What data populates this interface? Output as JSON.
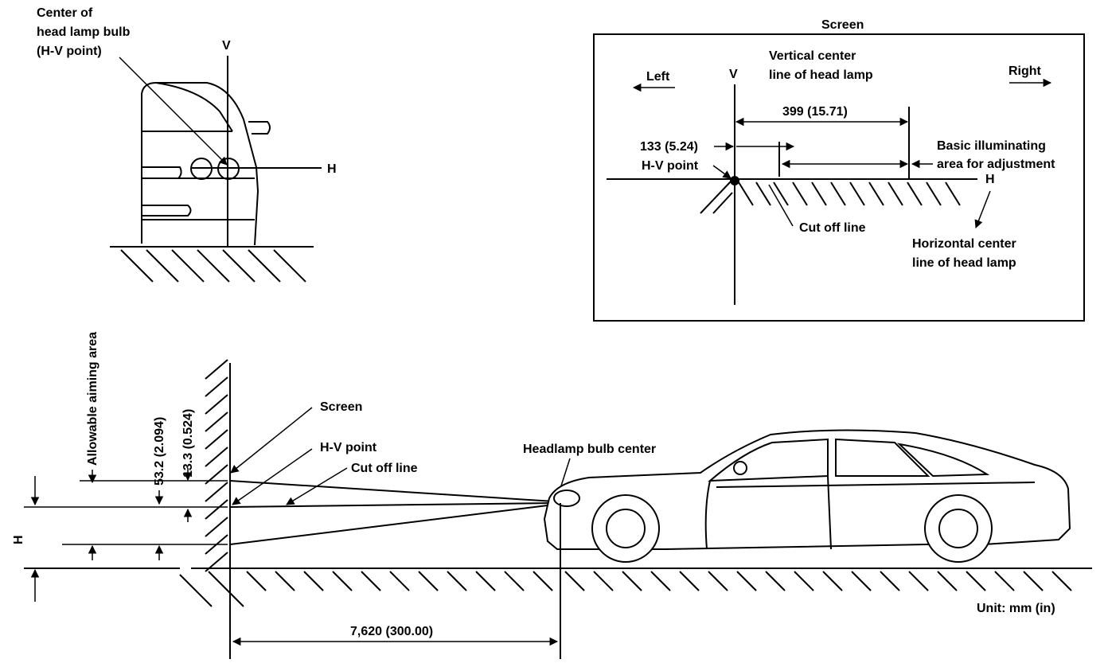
{
  "front_view": {
    "center_bulb_line1": "Center of",
    "center_bulb_line2": "head lamp bulb",
    "center_bulb_line3": "(H-V point)",
    "v_label": "V",
    "h_label": "H"
  },
  "screen_view": {
    "title": "Screen",
    "left": "Left",
    "right": "Right",
    "v_label": "V",
    "vertical_center_line1": "Vertical center",
    "vertical_center_line2": "line of head lamp",
    "dim_399": "399 (15.71)",
    "dim_133": "133 (5.24)",
    "hv_point": "H-V point",
    "basic_area_line1": "Basic illuminating",
    "basic_area_line2": "area for adjustment",
    "h_label": "H",
    "cut_off_line": "Cut off line",
    "horizontal_center_line1": "Horizontal center",
    "horizontal_center_line2": "line of head lamp"
  },
  "side_view": {
    "allowable_aiming_area": "Allowable aiming area",
    "dim_53": "53.2 (2.094)",
    "dim_13": "13.3 (0.524)",
    "h_label": "H",
    "screen": "Screen",
    "hv_point": "H-V point",
    "cut_off_line": "Cut off line",
    "headlamp_bulb_center": "Headlamp bulb center",
    "distance": "7,620 (300.00)",
    "unit": "Unit: mm (in)"
  },
  "colors": {
    "ink": "#000000",
    "background": "#ffffff"
  }
}
